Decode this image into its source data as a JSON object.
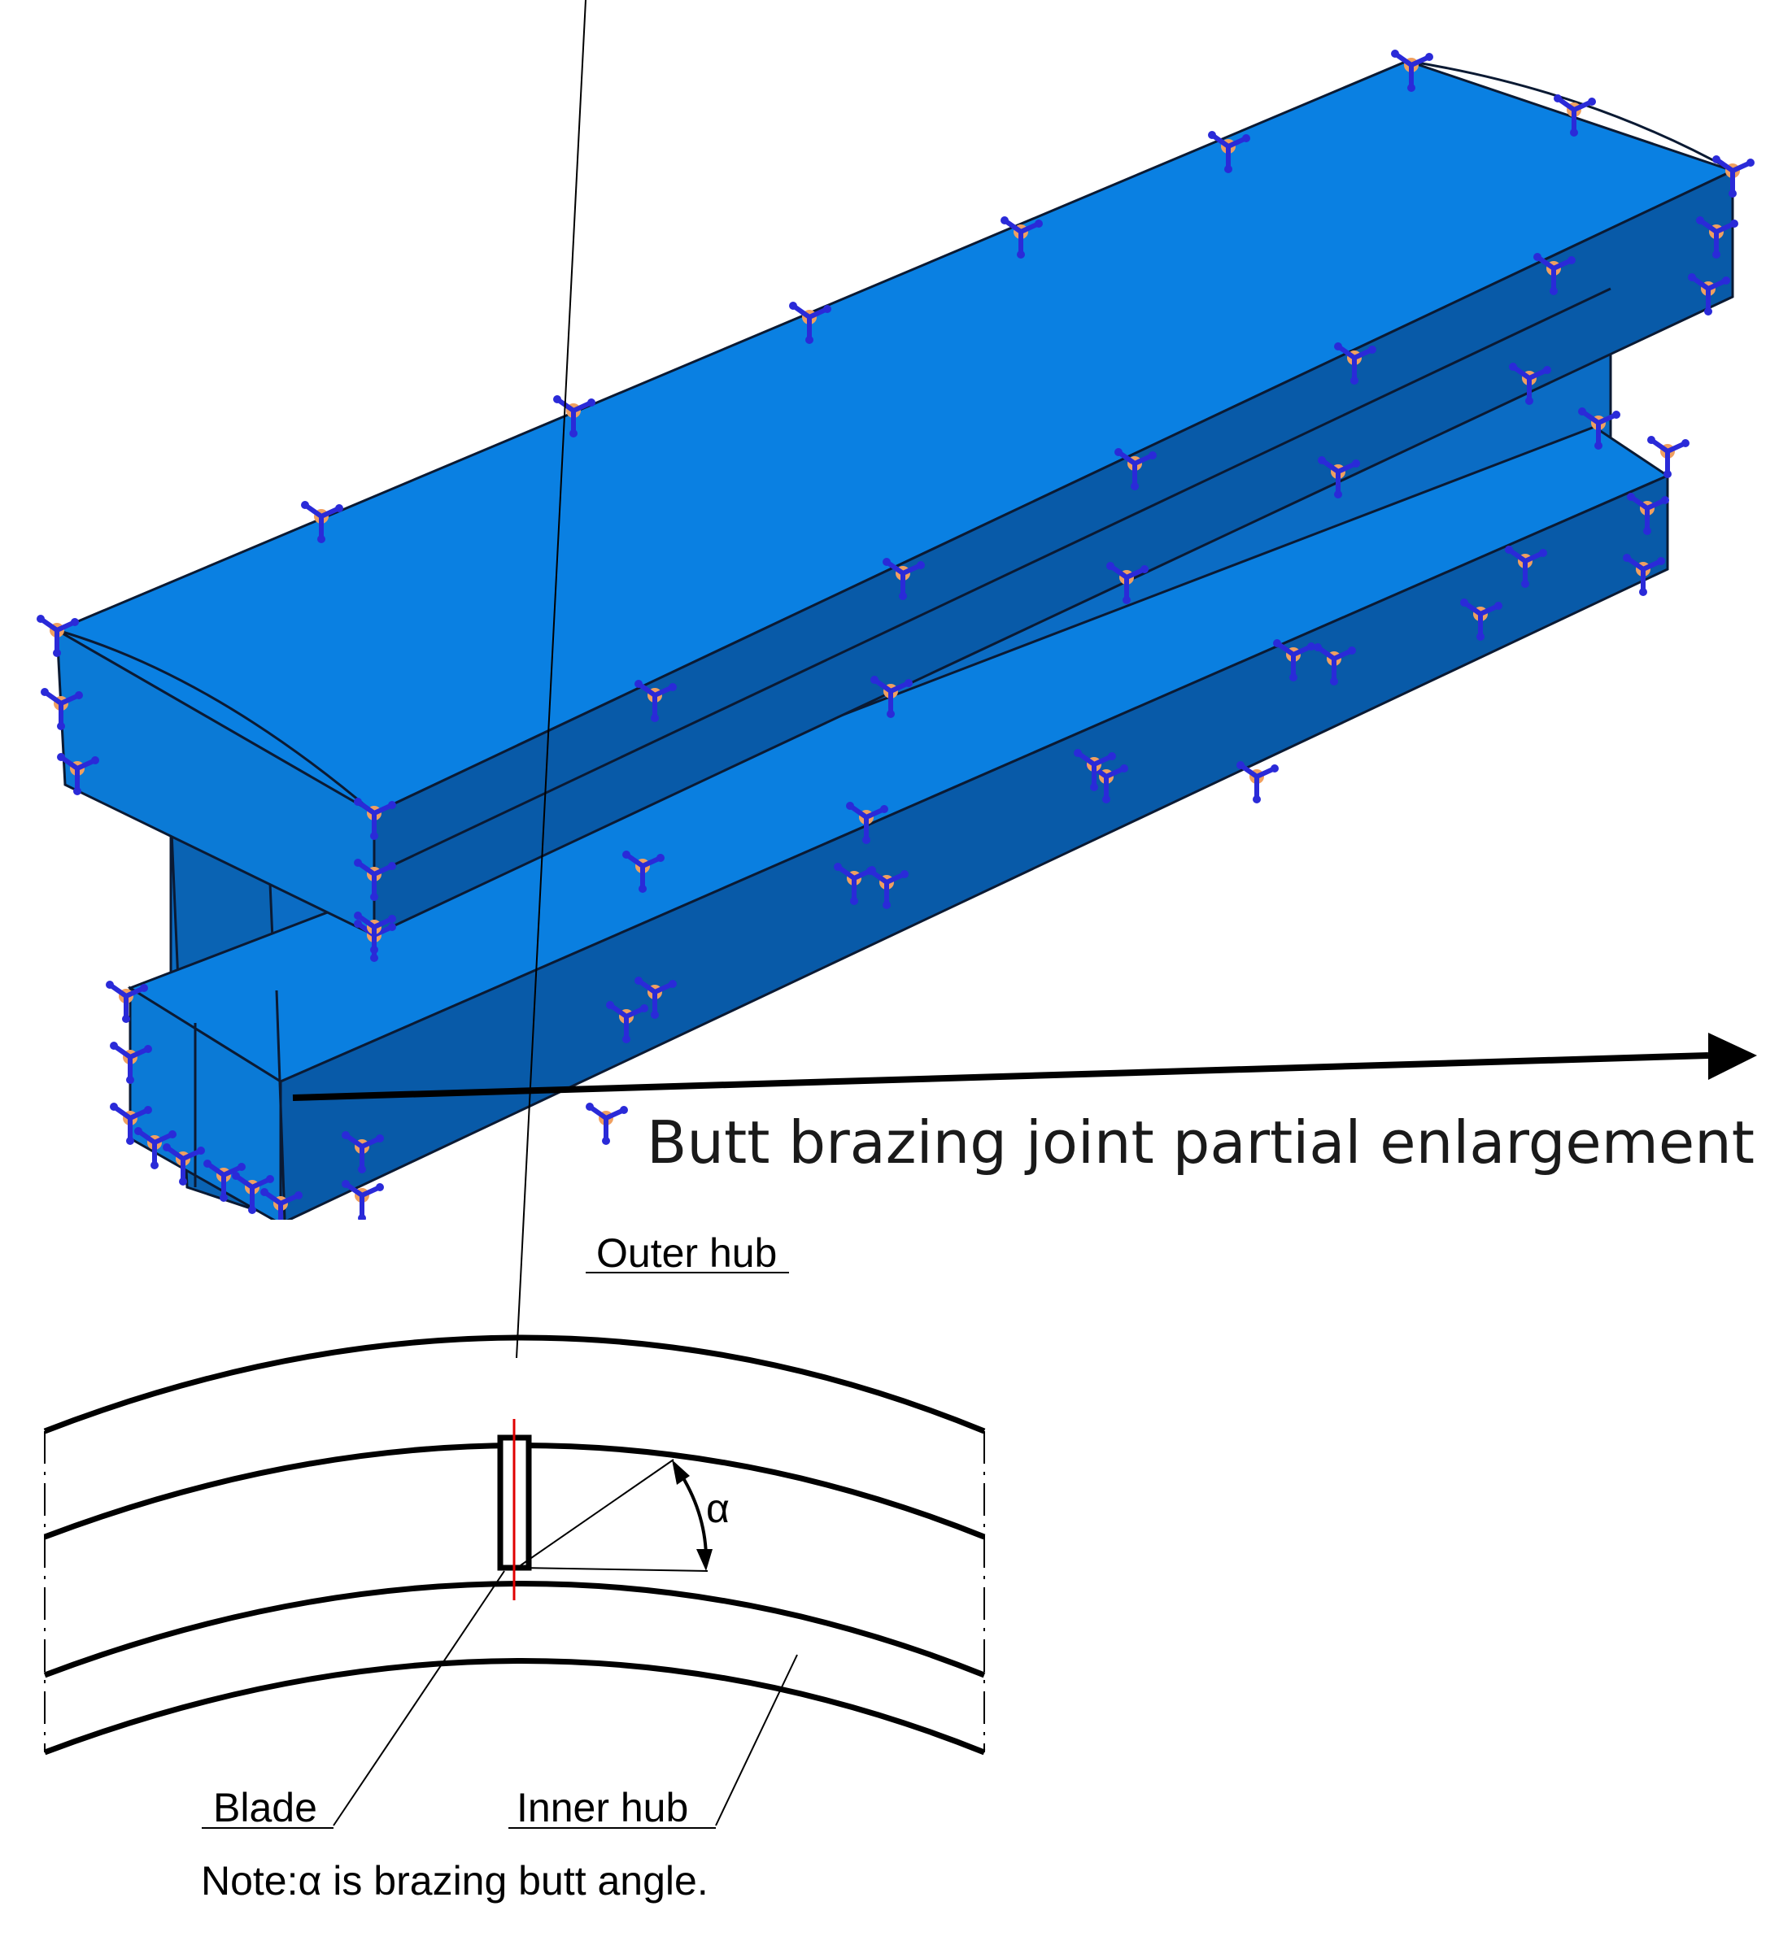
{
  "model": {
    "callout_label": "Butt brazing joint partial enlargement",
    "colors": {
      "top_face": "#0a7fe0",
      "front_face": "#085aa8",
      "side_face": "#0b7ad6",
      "edge": "#0b1a33",
      "bc_marker_orange": "#f0a060",
      "bc_marker_blue": "#2a2ad8"
    }
  },
  "drawing": {
    "labels": {
      "outer_hub": "Outer hub",
      "blade": "Blade",
      "inner_hub": "Inner hub",
      "angle": "α"
    },
    "note": "Note:α is brazing butt angle.",
    "colors": {
      "line": "#000000",
      "centerline": "#e00000"
    }
  }
}
